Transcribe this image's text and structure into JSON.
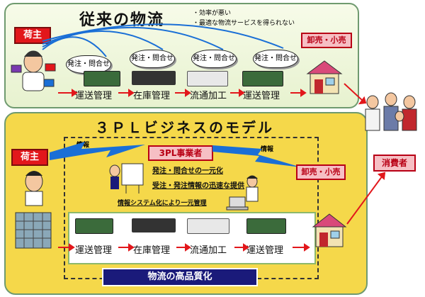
{
  "top": {
    "title": "従来の物流",
    "notes": [
      "・効率が悪い",
      "・最適な物流サービスを得られない"
    ],
    "shipper": "荷主",
    "retail": "卸売・小売",
    "clouds": [
      "発注・問合せ",
      "発注・問合せ",
      "発注・問合せ",
      "発注・問合せ"
    ],
    "steps": [
      "運送管理",
      "在庫管理",
      "流通加工",
      "運送管理"
    ]
  },
  "bottom": {
    "title": "３ＰＬビジネスのモデル",
    "shipper": "荷主",
    "tpl": "3PL事業者",
    "info_left": "情報",
    "info_right": "情報",
    "retail": "卸売・小売",
    "bullets": [
      "発注・問合せの一元化",
      "受注・発注情報の迅速な提供"
    ],
    "system_note": "情報システム化により一元管理",
    "steps": [
      "運送管理",
      "在庫管理",
      "流通加工",
      "運送管理"
    ],
    "banner": "物流の高品質化"
  },
  "consumer": "消費者",
  "colors": {
    "red": "#e2171b",
    "yellow": "#f5d84a",
    "navy": "#1a1a7a",
    "blue_bolt": "#1a6fd6"
  }
}
